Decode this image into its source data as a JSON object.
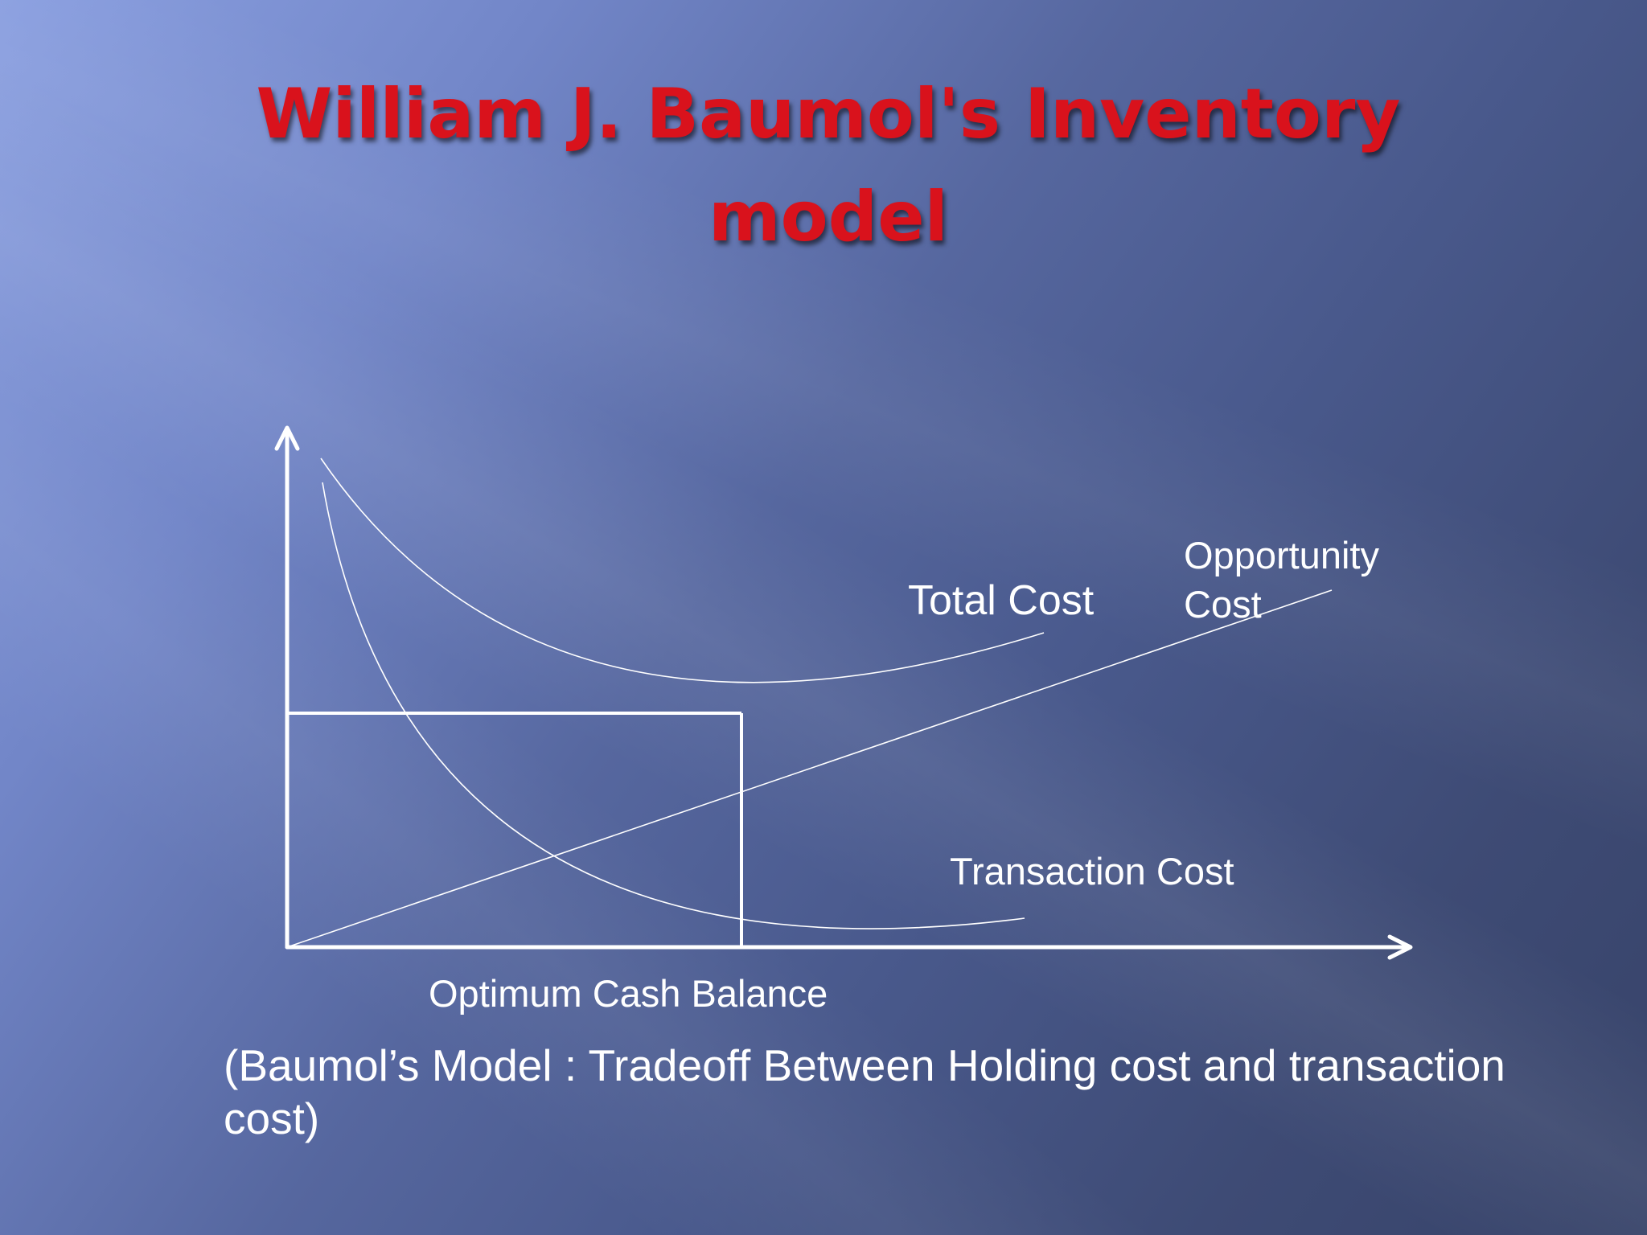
{
  "slide": {
    "title_lines": [
      "William J. Baumol's Inventory",
      "model"
    ],
    "caption_lines": [
      "(Baumol’s Model : Tradeoff Between Holding cost and transaction",
      "cost)"
    ],
    "colors": {
      "title": "#d9121c",
      "background_light": "#8a9fe0",
      "background_dark": "#374369",
      "lines": "#ffffff"
    }
  },
  "diagram": {
    "labels": {
      "total_cost": "Total Cost",
      "opportunity_cost_lines": [
        "Opportunity",
        "Cost"
      ],
      "transaction_cost": "Transaction Cost",
      "optimum_cash_balance": "Optimum Cash Balance"
    }
  }
}
